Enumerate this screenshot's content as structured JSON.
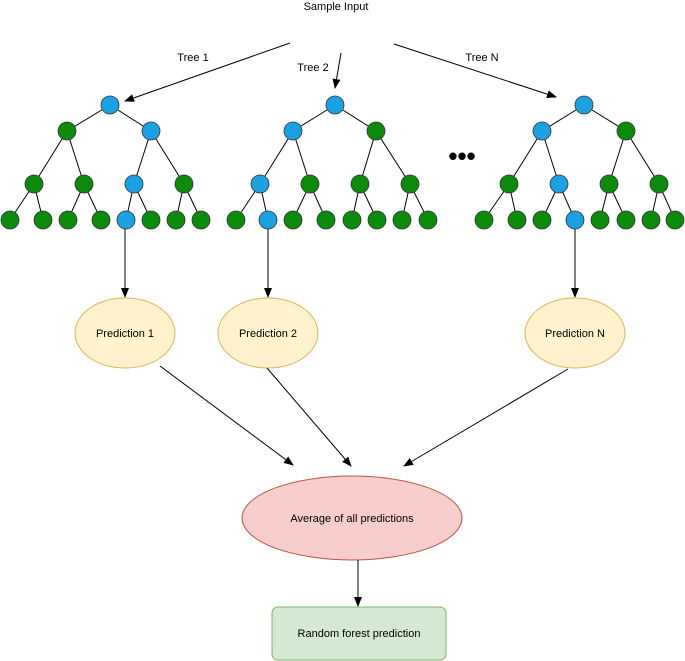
{
  "input_label": "Sample Input",
  "trees": [
    {
      "label": "Tree 1",
      "prediction": "Prediction 1"
    },
    {
      "label": "Tree 2",
      "prediction": "Prediction 2"
    },
    {
      "label": "Tree N",
      "prediction": "Prediction N"
    }
  ],
  "ellipsis": "•••",
  "aggregate_label": "Average of all predictions",
  "output_label": "Random forest prediction",
  "colors": {
    "leaf_node": "#0b8a0b",
    "path_node": "#1ba1e2",
    "prediction_fill": "#fff2cc",
    "prediction_stroke": "#d6b656",
    "aggregate_fill": "#f8cecc",
    "aggregate_stroke": "#b85450",
    "output_fill": "#d5e8d4",
    "output_stroke": "#82b366"
  }
}
